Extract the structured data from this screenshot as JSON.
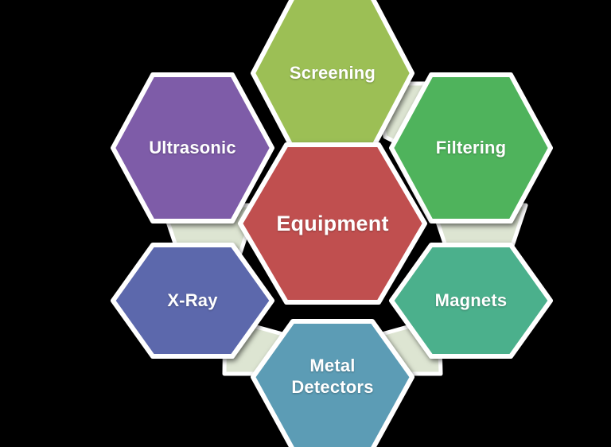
{
  "diagram": {
    "title": "Equipment",
    "type": "hexagon-cluster",
    "background_color": "#000000",
    "connector_color": "#DDE5D2",
    "connector_border_color": "#FFFFFF",
    "label_color": "#FFFFFF",
    "center": {
      "id": "equipment",
      "label": "Equipment",
      "color": "#C04F4F",
      "font_size": 27
    },
    "nodes": [
      {
        "id": "screening",
        "label": "Screening",
        "color": "#9CBF55",
        "position": "top",
        "font_size": 22
      },
      {
        "id": "filtering",
        "label": "Filtering",
        "color": "#4FB35B",
        "position": "top-right",
        "font_size": 22
      },
      {
        "id": "magnets",
        "label": "Magnets",
        "color": "#4CB08C",
        "position": "bottom-right",
        "font_size": 22
      },
      {
        "id": "metal-detectors",
        "label": "Metal\nDetectors",
        "label_line_1": "Metal",
        "label_line_2": "Detectors",
        "color": "#5B9CB5",
        "position": "bottom",
        "font_size": 22
      },
      {
        "id": "x-ray",
        "label": "X-Ray",
        "color": "#5B68AC",
        "position": "bottom-left",
        "font_size": 22
      },
      {
        "id": "ultrasonic",
        "label": "Ultrasonic",
        "color": "#7E5CA8",
        "position": "top-left",
        "font_size": 22
      }
    ],
    "connectors": [
      {
        "id": "screening-filtering",
        "from": "screening",
        "to": "filtering"
      },
      {
        "id": "filtering-magnets",
        "from": "filtering",
        "to": "magnets"
      },
      {
        "id": "magnets-metal-detectors",
        "from": "magnets",
        "to": "metal-detectors"
      },
      {
        "id": "metal-detectors-x-ray",
        "from": "metal-detectors",
        "to": "x-ray"
      },
      {
        "id": "x-ray-ultrasonic",
        "from": "x-ray",
        "to": "ultrasonic"
      }
    ]
  }
}
